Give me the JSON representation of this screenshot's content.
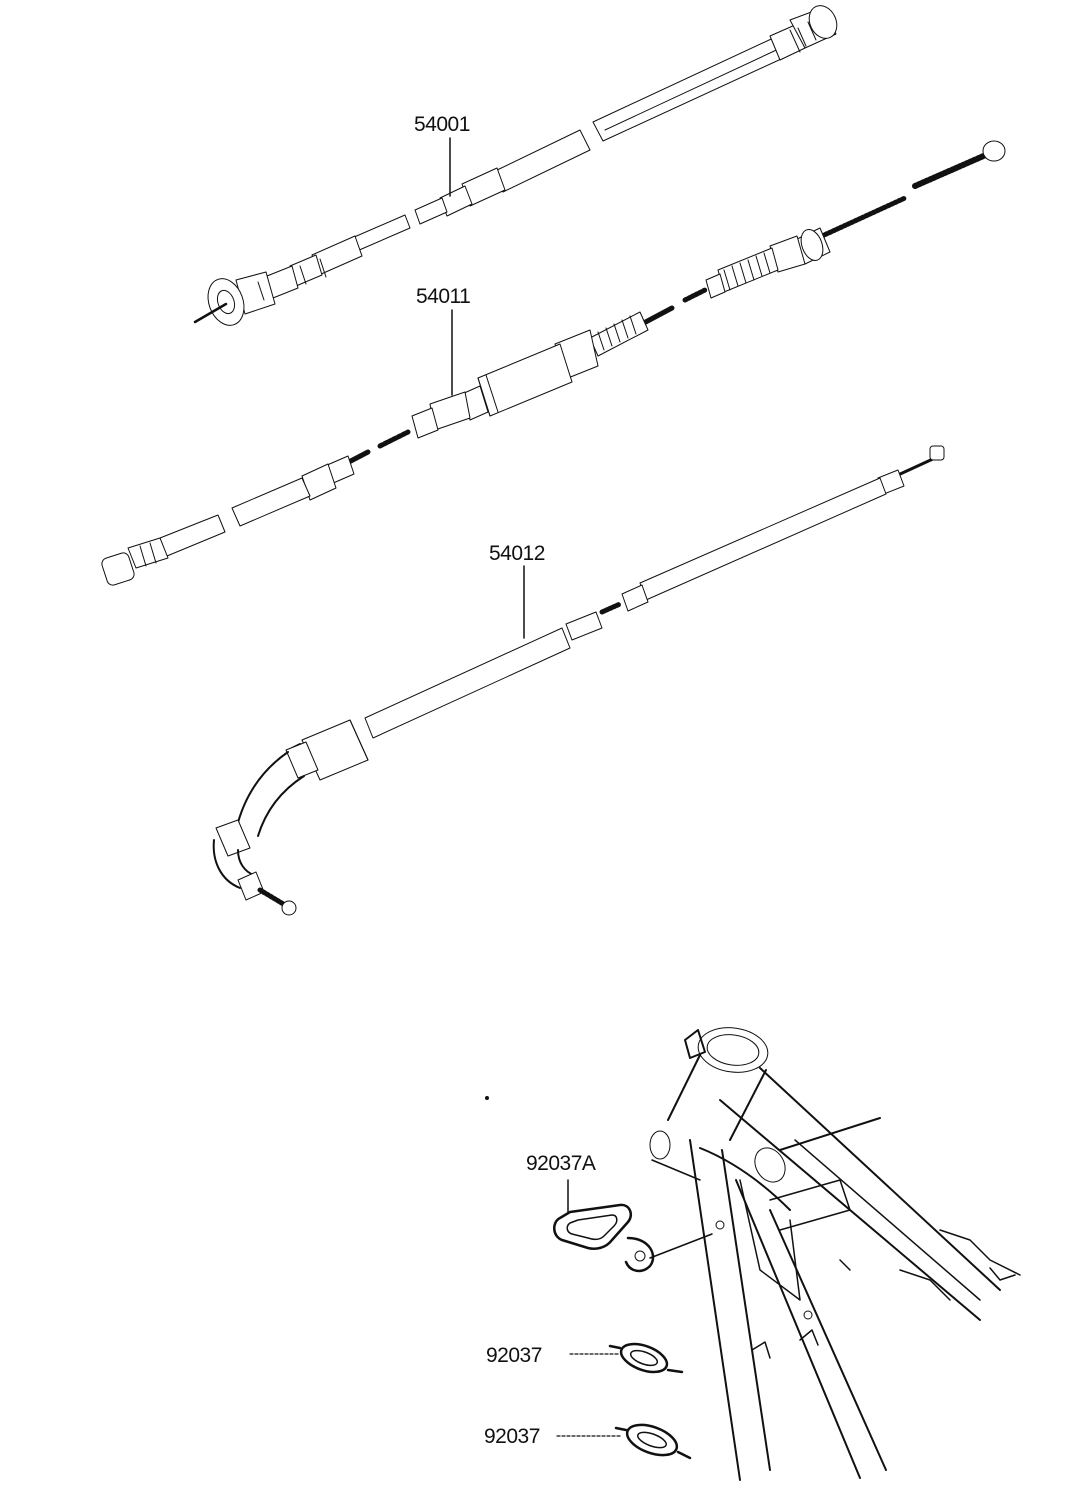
{
  "diagram": {
    "parts": [
      {
        "id": "speedometer-cable",
        "number": "54001"
      },
      {
        "id": "clutch-cable",
        "number": "54011"
      },
      {
        "id": "throttle-cable",
        "number": "54012"
      },
      {
        "id": "cable-guide",
        "number": "92037A"
      },
      {
        "id": "cable-clamp-upper",
        "number": "92037"
      },
      {
        "id": "cable-clamp-lower",
        "number": "92037"
      }
    ],
    "colors": {
      "ink": "#111111",
      "paper": "#ffffff"
    }
  }
}
